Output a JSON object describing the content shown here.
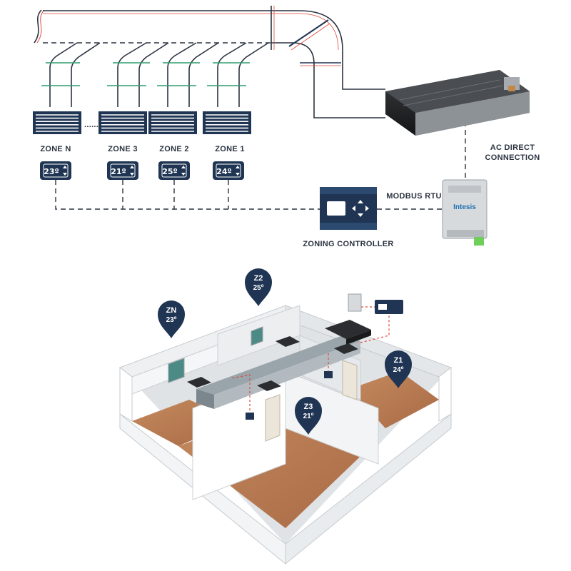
{
  "colors": {
    "navy": "#1f3553",
    "duct_line": "#2b3340",
    "red_accent": "#e0473a",
    "green_accent": "#2e9e6e",
    "wood": "#b97a52",
    "wall": "#e9ecee",
    "dashed": "#2b3340"
  },
  "zones": [
    {
      "label": "ZONE N",
      "temp": "23º"
    },
    {
      "label": "ZONE 3",
      "temp": "21º"
    },
    {
      "label": "ZONE 2",
      "temp": "25º"
    },
    {
      "label": "ZONE 1",
      "temp": "24º"
    }
  ],
  "ellipsis": "......",
  "connections": {
    "ac_direct_line1": "AC DIRECT",
    "ac_direct_line2": "CONNECTION",
    "modbus": "MODBUS RTU",
    "zoning_controller": "ZONING CONTROLLER"
  },
  "gateway_brand": "Intesis",
  "pins": [
    {
      "zone": "ZN",
      "temp": "23º"
    },
    {
      "zone": "Z2",
      "temp": "25º"
    },
    {
      "zone": "Z1",
      "temp": "24º"
    },
    {
      "zone": "Z3",
      "temp": "21º"
    }
  ]
}
